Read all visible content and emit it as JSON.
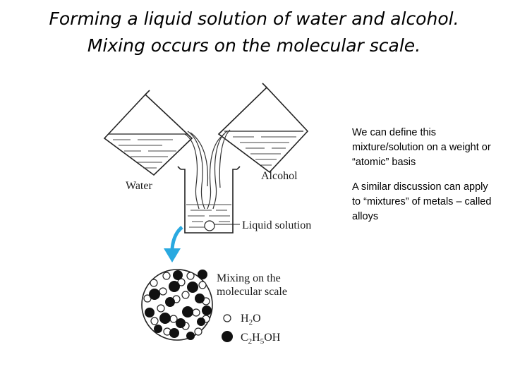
{
  "title": {
    "line1": "Forming a liquid solution of water and alcohol.",
    "line2": "Mixing occurs on the molecular scale."
  },
  "diagram": {
    "water_label": "Water",
    "alcohol_label": "Alcohol",
    "solution_label": "Liquid solution",
    "mixing_label_line1": "Mixing on the",
    "mixing_label_line2": "molecular scale",
    "legend_water": {
      "h": "H",
      "sub": "2",
      "o": "O"
    },
    "legend_alcohol": {
      "c": "C",
      "sub1": "2",
      "h": "H",
      "sub2": "5",
      "oh": "OH"
    },
    "arrow_color": "#29a9e0"
  },
  "notes": {
    "para1": "We can define this mixture/solution on a weight or “atomic” basis",
    "para2": "A similar discussion can apply to “mixtures” of metals – called alloys"
  }
}
